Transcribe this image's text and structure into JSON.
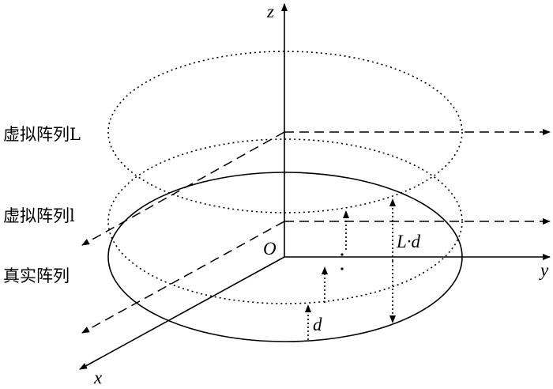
{
  "labels": {
    "virtual_array_L": "虚拟阵列L",
    "virtual_array_l": "虚拟阵列l",
    "real_array": "真实阵列",
    "origin": "O",
    "z_axis": "z",
    "y_axis": "y",
    "x_axis": "x",
    "Ld": "L·d",
    "d": "d"
  }
}
